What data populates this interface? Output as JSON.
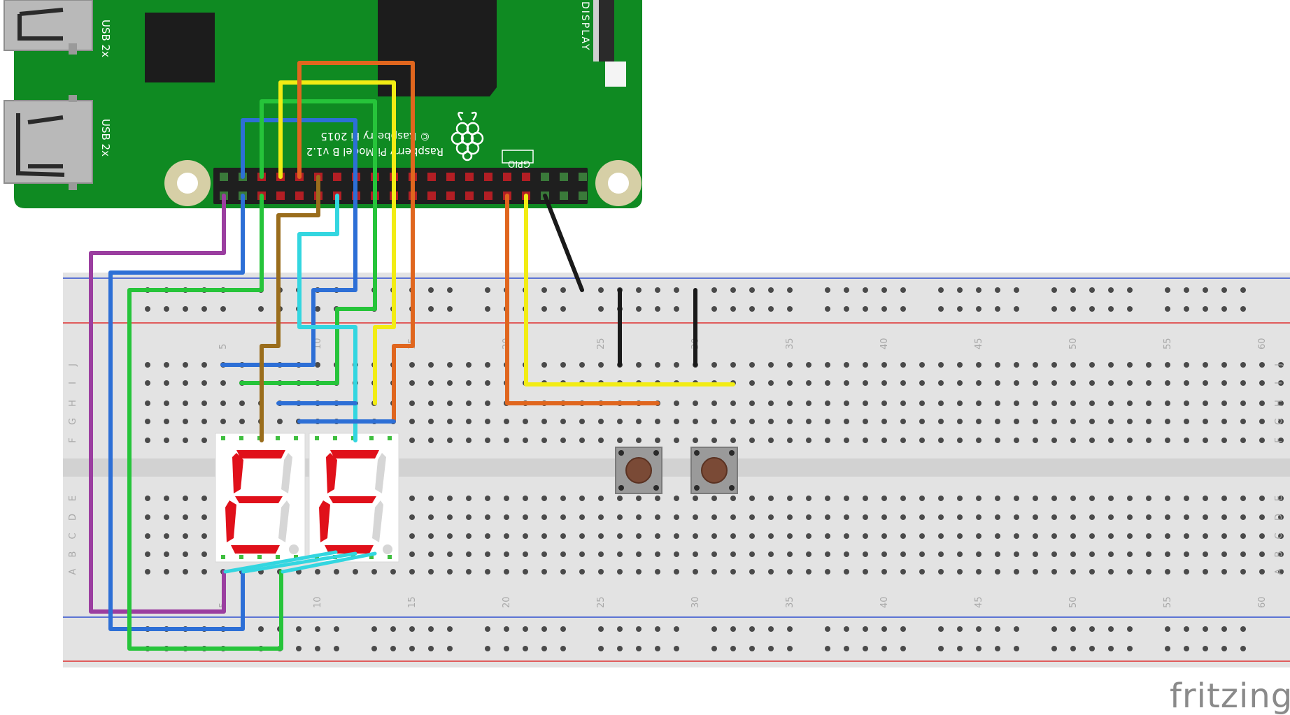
{
  "app": {
    "name": "fritzing"
  },
  "pi_board": {
    "usb_labels": [
      "USB 2x",
      "USB 2x"
    ],
    "model_label": "Raspberry Pi Model B v1.2",
    "copyright_label": "© Raspberry Pi 2015",
    "gpio_label": "GPIO",
    "display_label": "DISPLAY"
  },
  "breadboard": {
    "column_numbers": [
      "5",
      "10",
      "15",
      "20",
      "25",
      "30",
      "35",
      "40",
      "45",
      "50",
      "55",
      "60"
    ],
    "row_letters_top": [
      "J",
      "I",
      "H",
      "G",
      "F"
    ],
    "row_letters_bottom": [
      "E",
      "D",
      "C",
      "B",
      "A"
    ]
  },
  "displays": [
    {
      "glyph": "E",
      "segments": [
        "a",
        "d",
        "e",
        "f",
        "g"
      ],
      "dp": true
    },
    {
      "glyph": "E",
      "segments": [
        "a",
        "d",
        "e",
        "f",
        "g"
      ],
      "dp": true
    }
  ],
  "buttons": [
    {
      "type": "tactile-pushbutton"
    },
    {
      "type": "tactile-pushbutton"
    }
  ],
  "colors": {
    "pcb": "#0f8a22",
    "breadboard": "#e3e3e3",
    "rail_red": "#e03030",
    "rail_blue": "#3050d0",
    "segment_on": "#e0101a",
    "segment_off": "#d6d6d6",
    "wire_purple": "#9b3ea0",
    "wire_blue": "#2d6fd6",
    "wire_green": "#26c43a",
    "wire_yellow": "#f2ec14",
    "wire_orange": "#e0661e",
    "wire_brown": "#9a6d1c",
    "wire_cyan": "#33d6e0",
    "wire_black": "#1a1a1a"
  }
}
